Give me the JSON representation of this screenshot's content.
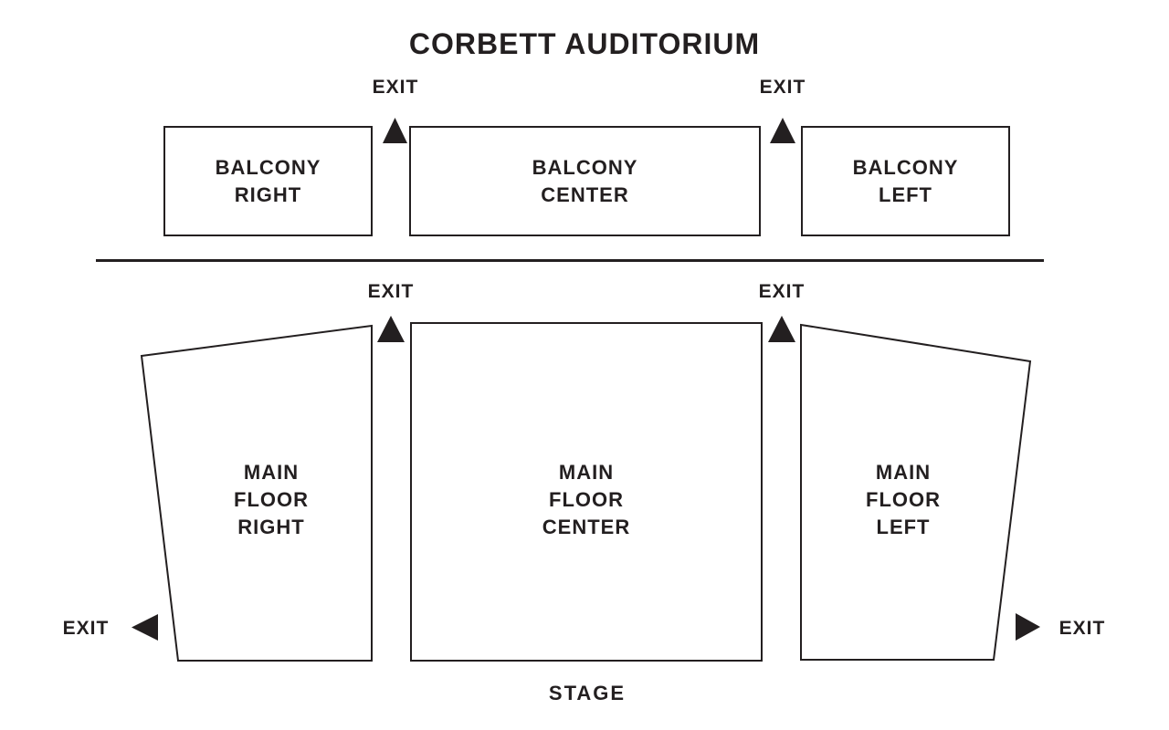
{
  "title": "CORBETT AUDITORIUM",
  "colors": {
    "ink": "#231f20",
    "background": "#ffffff"
  },
  "stage": {
    "label": "STAGE"
  },
  "exits": [
    {
      "id": "top-left",
      "label": "EXIT",
      "arrow_direction": "up"
    },
    {
      "id": "top-right",
      "label": "EXIT",
      "arrow_direction": "up"
    },
    {
      "id": "mid-left",
      "label": "EXIT",
      "arrow_direction": "up"
    },
    {
      "id": "mid-right",
      "label": "EXIT",
      "arrow_direction": "up"
    },
    {
      "id": "floor-left",
      "label": "EXIT",
      "arrow_direction": "left"
    },
    {
      "id": "floor-right",
      "label": "EXIT",
      "arrow_direction": "right"
    }
  ],
  "sections": {
    "balcony_right": {
      "lines": [
        "BALCONY",
        "RIGHT"
      ]
    },
    "balcony_center": {
      "lines": [
        "BALCONY",
        "CENTER"
      ]
    },
    "balcony_left": {
      "lines": [
        "BALCONY",
        "LEFT"
      ]
    },
    "main_floor_right": {
      "lines": [
        "MAIN",
        "FLOOR",
        "RIGHT"
      ]
    },
    "main_floor_center": {
      "lines": [
        "MAIN",
        "FLOOR",
        "CENTER"
      ]
    },
    "main_floor_left": {
      "lines": [
        "MAIN",
        "FLOOR",
        "LEFT"
      ]
    }
  }
}
